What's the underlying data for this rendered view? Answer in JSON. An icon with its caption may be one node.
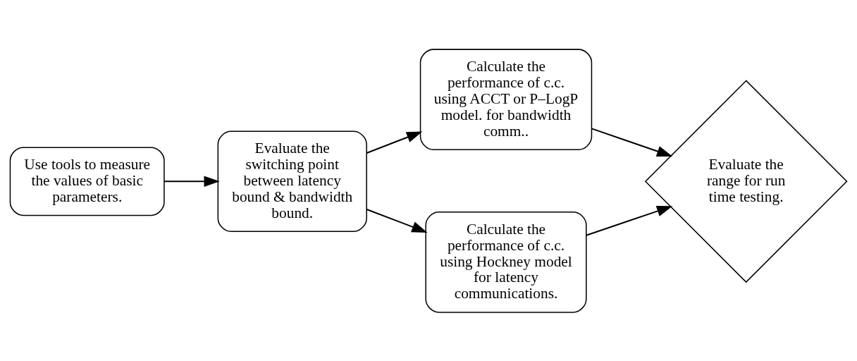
{
  "diagram": {
    "nodes": [
      {
        "text": [
          "Use tools to measure the values of basic parameters."
        ]
      },
      {
        "text": [
          "Evaluate the switching point between latency bound & bandwidth bound."
        ]
      },
      {
        "text": [
          "Calculate the performance of c.c. using ACCT or P–LogP model. for bandwidth comm.."
        ]
      },
      {
        "text": [
          "Calculate the performance of c.c. using Hockney model for latency communications."
        ]
      },
      {
        "text": [
          "Evaluate the range for run time testing."
        ]
      }
    ],
    "edges": [
      {
        "from": 0,
        "to": 1,
        "arrow": "to"
      },
      {
        "from": 1,
        "to": 2,
        "arrow": "to"
      },
      {
        "from": 1,
        "to": 3,
        "arrow": "to"
      },
      {
        "from": 2,
        "to": 4,
        "arrow": "to"
      },
      {
        "from": 3,
        "to": 4,
        "arrow": "to"
      }
    ]
  }
}
